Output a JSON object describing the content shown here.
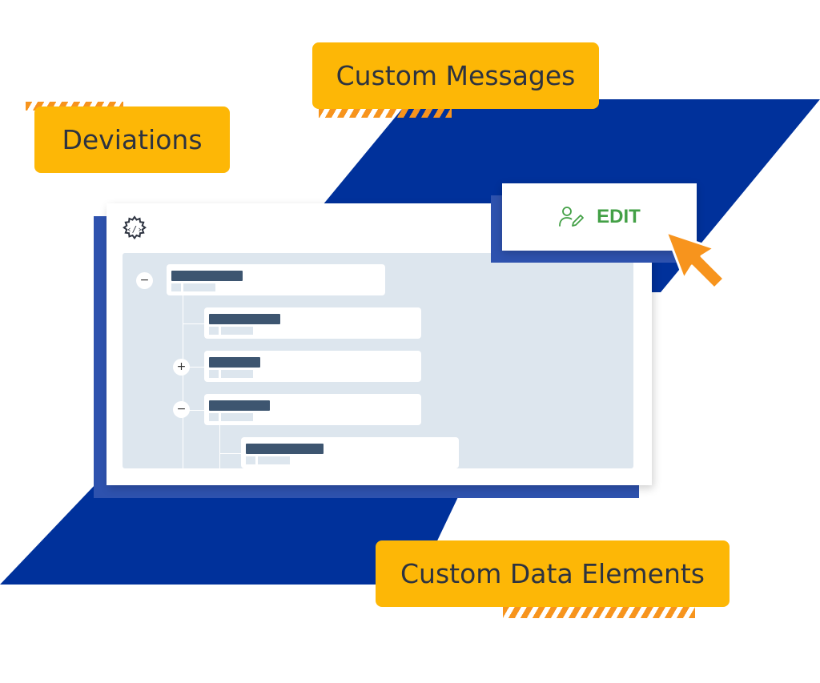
{
  "tags": {
    "deviations": "Deviations",
    "custom_messages": "Custom Messages",
    "custom_data_elements": "Custom Data Elements"
  },
  "edit_button": {
    "label": "EDIT",
    "icon": "user-edit-icon"
  },
  "panel": {
    "header_icon": "gear-code-icon"
  },
  "tree": {
    "toggles": [
      "−",
      "+",
      "−"
    ]
  },
  "colors": {
    "tag_yellow": "#FDB706",
    "stripe_orange": "#F7941D",
    "background_navy": "#00319B",
    "panel_shadow_blue": "#2E52AE",
    "tree_background": "#DDE6EE",
    "edit_green": "#43A046",
    "cursor_orange": "#F7941D"
  }
}
